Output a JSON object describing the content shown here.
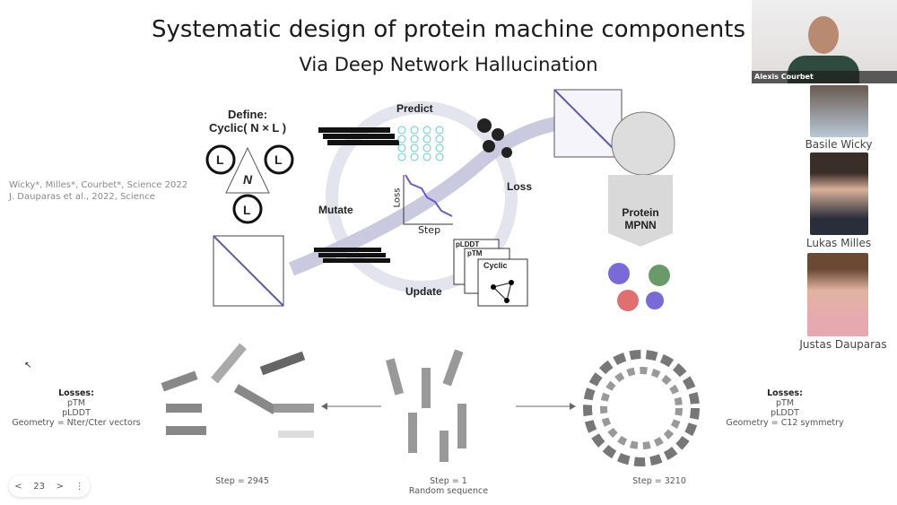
{
  "slide": {
    "title": "Systematic design of protein machine components",
    "subtitle": "Via Deep Network Hallucination",
    "citation_line1": "Wicky*, Milles*, Courbet*, Science 2022",
    "citation_line2": "J. Dauparas et al., 2022, Science",
    "diagram": {
      "define_label": "Define:",
      "cyclic_label": "Cyclic( N × L )",
      "node_L": "L",
      "node_N": "N",
      "predict": "Predict",
      "loss": "Loss",
      "mutate": "Mutate",
      "update": "Update",
      "loss_axis": "Loss",
      "step_axis": "Step",
      "card_plddt": "pLDDT",
      "card_ptm": "pTM",
      "card_cyclic": "Cyclic",
      "protein_mpnn_line1": "Protein",
      "protein_mpnn_line2": "MPNN"
    },
    "left_losses": {
      "heading": "Losses:",
      "items": [
        "pTM",
        "pLDDT",
        "Geometry = Nter/Cter vectors"
      ]
    },
    "right_losses": {
      "heading": "Losses:",
      "items": [
        "pTM",
        "pLDDT",
        "Geometry = C12 symmetry"
      ]
    },
    "step_left": "Step = 2945",
    "step_center_line1": "Step = 1",
    "step_center_line2": "Random sequence",
    "step_right": "Step = 3210",
    "arrow_color": "#b9b9d6"
  },
  "participants": {
    "speaker": "Alexis Courbet",
    "others": [
      "Basile Wicky",
      "Lukas Milles",
      "Justas Dauparas"
    ]
  },
  "nav": {
    "prev": "<",
    "page": "23",
    "next": ">",
    "more": "⋮"
  }
}
